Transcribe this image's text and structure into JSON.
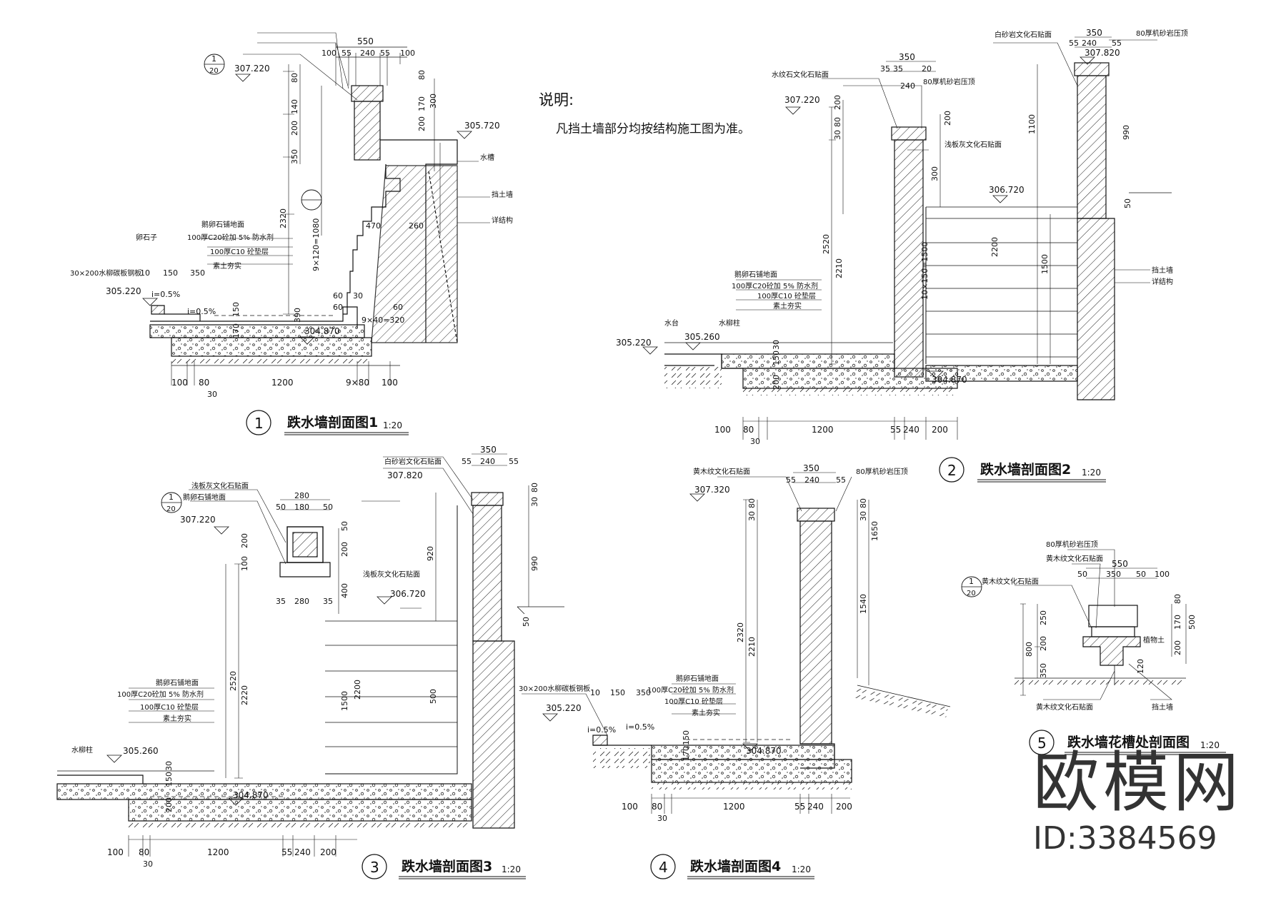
{
  "notes": {
    "title": "说明:",
    "body": "凡挡土墙部分均按结构施工图为准。"
  },
  "sections": [
    {
      "num": "1",
      "title": "跌水墙剖面图1",
      "scale": "1:20"
    },
    {
      "num": "2",
      "title": "跌水墙剖面图2",
      "scale": "1:20"
    },
    {
      "num": "3",
      "title": "跌水墙剖面图3",
      "scale": "1:20"
    },
    {
      "num": "4",
      "title": "跌水墙剖面图4",
      "scale": "1:20"
    },
    {
      "num": "5",
      "title": "跌水墙花槽处剖面图",
      "scale": "1:20"
    }
  ],
  "s1": {
    "top_dims": [
      "550",
      "100",
      "55",
      "240",
      "55",
      "100"
    ],
    "elev_top": "307.220",
    "elev_mid": "305.720",
    "elev_left": "305.220",
    "elev_bottom": "304.870",
    "ref_num": "1",
    "ref_den": "20",
    "vert_dims": [
      "80",
      "140",
      "200",
      "350",
      "2320",
      "9×120=1080",
      "150",
      "170",
      "390"
    ],
    "right_vert": [
      "80",
      "170",
      "300",
      "200"
    ],
    "step_dims": [
      "470",
      "260",
      "60",
      "60",
      "9×40=320"
    ],
    "layers": [
      "鹅卵石铺地面",
      "100厚C20砼加 5% 防水剂",
      "100厚C10 砼垫层",
      "素土夯实"
    ],
    "labels": [
      "卵石子",
      "30×200水柳碳板钢板",
      "水槽",
      "挡土墙",
      "详结构"
    ],
    "slope1": "i=0.5%",
    "slope2": "i=0.5%",
    "bottom_dims": [
      "100",
      "80",
      "30",
      "1200",
      "9×80",
      "100"
    ],
    "misc": [
      "10",
      "150",
      "350",
      "60",
      "30"
    ]
  },
  "s2": {
    "top_dims": [
      "350",
      "240",
      "55",
      "55",
      "35",
      "35",
      "20",
      "240",
      "350"
    ],
    "elev_top": "307.820",
    "elev_mid_left": "307.220",
    "elev_water": "306.720",
    "elev_left1": "305.220",
    "elev_left2": "305.260",
    "elev_bottom": "304.870",
    "vert_dims": [
      "30",
      "80",
      "200",
      "2520",
      "2210",
      "200",
      "1100",
      "300",
      "1500",
      "10×150=1500",
      "2200",
      "990",
      "50"
    ],
    "layers": [
      "鹅卵石铺地面",
      "100厚C20砼加 5% 防水剂",
      "100厚C10 砼垫层",
      "素土夯实"
    ],
    "labels": [
      "水纹石文化石贴面",
      "80厚机砂岩压顶",
      "浅板灰文化石贴面",
      "白砂岩文化石贴面",
      "80厚机砂岩压顶",
      "挡土墙",
      "详结构",
      "水台",
      "水柳柱"
    ],
    "bottom_dims": [
      "100",
      "80",
      "30",
      "1200",
      "55",
      "240",
      "200"
    ],
    "misc": [
      "150",
      "30",
      "200"
    ]
  },
  "s3": {
    "top_dims": [
      "280",
      "50",
      "180",
      "50",
      "350",
      "240",
      "55",
      "55"
    ],
    "elev_top": "307.820",
    "elev_mid": "307.220",
    "elev_water": "306.720",
    "elev_left": "305.260",
    "elev_bottom": "304.870",
    "ref_num": "1",
    "ref_den": "20",
    "vert_dims": [
      "200",
      "100",
      "50",
      "200",
      "400",
      "2520",
      "2220",
      "2200",
      "1500",
      "500",
      "990",
      "920",
      "30",
      "80",
      "50"
    ],
    "mid_dims": [
      "35",
      "280",
      "35"
    ],
    "layers": [
      "鹅卵石铺地面",
      "100厚C20砼加 5% 防水剂",
      "100厚C10 砼垫层",
      "素土夯实"
    ],
    "labels": [
      "浅板灰文化石贴面",
      "鹅卵石铺地面",
      "白砂岩文化石贴面",
      "浅板灰文化石贴面",
      "水柳柱"
    ],
    "bottom_dims": [
      "100",
      "80",
      "30",
      "1200",
      "55",
      "240",
      "200"
    ],
    "misc": [
      "150",
      "200",
      "30"
    ]
  },
  "s4": {
    "top_dims": [
      "350",
      "55",
      "240",
      "55"
    ],
    "elev_top": "307.320",
    "elev_left": "305.220",
    "elev_bottom": "304.870",
    "vert_dims": [
      "30",
      "80",
      "2320",
      "2210",
      "1540",
      "1650",
      "30",
      "80",
      "150",
      "170"
    ],
    "layers": [
      "鹅卵石铺地面",
      "100厚C20砼加 5% 防水剂",
      "100厚C10 砼垫层",
      "素土夯实"
    ],
    "labels": [
      "黄木纹文化石贴面",
      "80厚机砂岩压顶",
      "30×200水柳碳板钢板"
    ],
    "slope1": "i=0.5%",
    "slope2": "i=0.5%",
    "bottom_dims": [
      "100",
      "80",
      "30",
      "1200",
      "55",
      "240",
      "200"
    ],
    "misc": [
      "10",
      "150",
      "350"
    ]
  },
  "s5": {
    "top_dims": [
      "550",
      "50",
      "350",
      "50",
      "100"
    ],
    "ref_num": "1",
    "ref_den": "20",
    "vert_dims": [
      "250",
      "200",
      "800",
      "350",
      "80",
      "170",
      "500",
      "200",
      "120"
    ],
    "labels": [
      "80厚机砂岩压顶",
      "黄木纹文化石贴面",
      "黄木纹文化石贴面",
      "植物土",
      "黄木纹文化石贴面",
      "挡土墙"
    ]
  },
  "brand": {
    "name": "欧模网",
    "id": "ID:3384569"
  }
}
